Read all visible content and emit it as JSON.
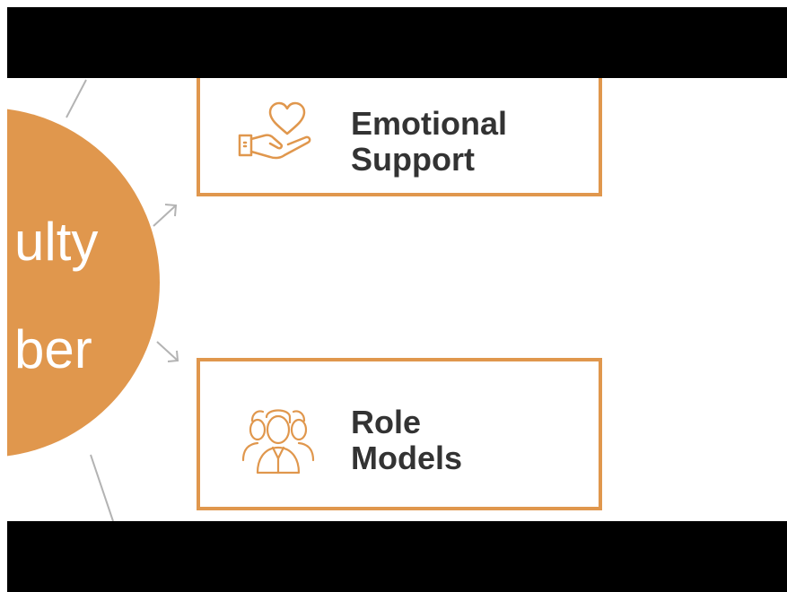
{
  "diagram": {
    "center_node": {
      "line1": "ulty",
      "line2": "ber"
    },
    "boxes": [
      {
        "line1": "Emotional",
        "line2": "Support",
        "icon": "heart-in-hand-icon"
      },
      {
        "line1": "Role",
        "line2": "Models",
        "icon": "people-group-icon"
      }
    ]
  },
  "colors": {
    "accent": "#e0974d",
    "text": "#333333",
    "connector": "#b3b3b3",
    "letterbox": "#000000"
  }
}
